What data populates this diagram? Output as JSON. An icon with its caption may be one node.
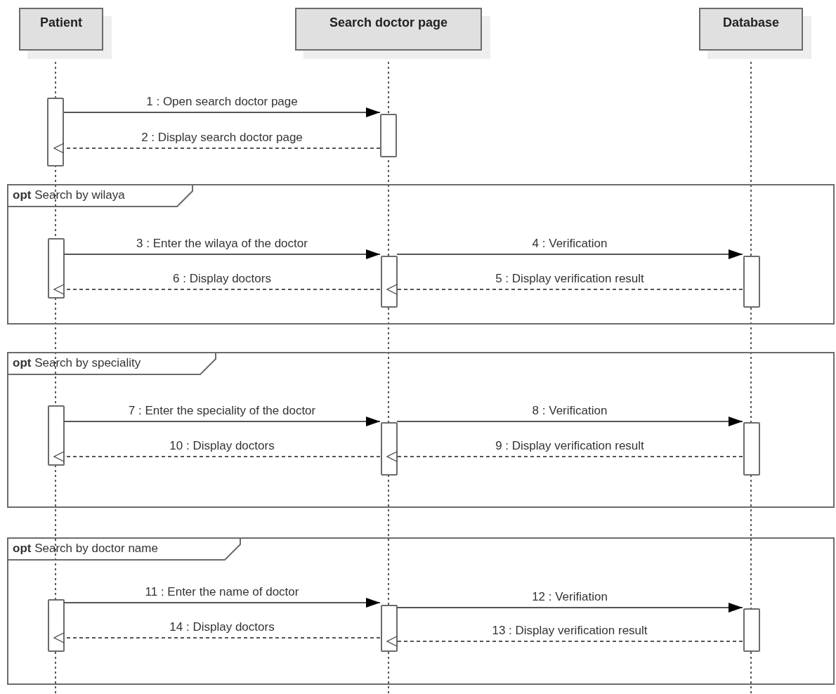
{
  "diagram": {
    "nodes": [
      {
        "text": [
          "Patient"
        ]
      },
      {
        "text": [
          "Search doctor page"
        ]
      },
      {
        "text": [
          "Database"
        ]
      },
      {
        "text": [],
        "shape": "bar"
      },
      {
        "text": [],
        "shape": "bar"
      },
      {
        "text": [
          "**opt** Search by wilaya"
        ]
      },
      {
        "text": [],
        "shape": "bar",
        "in": 5
      },
      {
        "text": [],
        "shape": "bar",
        "in": 5
      },
      {
        "text": [],
        "shape": "bar",
        "in": 5
      },
      {
        "text": [
          "**opt** Search by speciality"
        ]
      },
      {
        "text": [],
        "shape": "bar",
        "in": 9
      },
      {
        "text": [],
        "shape": "bar",
        "in": 9
      },
      {
        "text": [],
        "shape": "bar",
        "in": 9
      },
      {
        "text": [
          "**opt** Search by doctor name"
        ]
      },
      {
        "text": [],
        "shape": "bar",
        "in": 13
      },
      {
        "text": [],
        "shape": "bar",
        "in": 13
      },
      {
        "text": [],
        "shape": "bar",
        "in": 13
      }
    ],
    "edges": [
      {
        "from": 3,
        "to": 4,
        "arrow": "to",
        "label": "1 : Open search doctor page"
      },
      {
        "from": 4,
        "to": 3,
        "arrow": "to",
        "label": "2 : Display search doctor page",
        "style": "dashed"
      },
      {
        "from": 6,
        "to": 7,
        "arrow": "to",
        "label": "3 : Enter the wilaya of the doctor"
      },
      {
        "from": 7,
        "to": 8,
        "arrow": "to",
        "label": "4 : Verification"
      },
      {
        "from": 8,
        "to": 7,
        "arrow": "to",
        "label": "5 : Display verification result",
        "style": "dashed"
      },
      {
        "from": 7,
        "to": 6,
        "arrow": "to",
        "label": "6 : Display doctors",
        "style": "dashed"
      },
      {
        "from": 10,
        "to": 11,
        "arrow": "to",
        "label": "7 : Enter the speciality of the doctor"
      },
      {
        "from": 11,
        "to": 12,
        "arrow": "to",
        "label": "8 : Verification"
      },
      {
        "from": 12,
        "to": 11,
        "arrow": "to",
        "label": "9 : Display verification result",
        "style": "dashed"
      },
      {
        "from": 11,
        "to": 10,
        "arrow": "to",
        "label": "10 : Display doctors",
        "style": "dashed"
      },
      {
        "from": 14,
        "to": 15,
        "arrow": "to",
        "label": "11 : Enter the name of doctor"
      },
      {
        "from": 15,
        "to": 16,
        "arrow": "to",
        "label": "12 : Verifiation"
      },
      {
        "from": 16,
        "to": 15,
        "arrow": "to",
        "label": "13 : Display verification result",
        "style": "dashed"
      },
      {
        "from": 15,
        "to": 14,
        "arrow": "to",
        "label": "14 : Display doctors",
        "style": "dashed"
      }
    ]
  }
}
